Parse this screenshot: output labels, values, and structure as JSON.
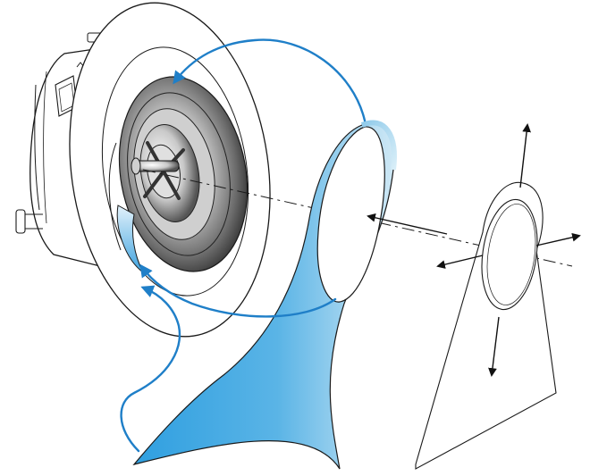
{
  "diagram": {
    "description_kind": "exploded-assembly-illustration",
    "parts": [
      {
        "id": "housing",
        "icon": "cylindrical-housing-icon"
      },
      {
        "id": "flange-ring",
        "icon": "disc-ring-icon"
      },
      {
        "id": "impeller-cone",
        "icon": "cone-icon"
      },
      {
        "id": "shaft-bolt",
        "icon": "bolt-icon"
      },
      {
        "id": "curved-blade",
        "icon": "curved-sheet-icon"
      },
      {
        "id": "flat-plate",
        "icon": "plate-with-hole-icon"
      }
    ],
    "colors": {
      "outline": "#1a1a1a",
      "accent_blue": "#1f7fc8",
      "blade_light": "#bfe0f2",
      "blade_dark": "#2f9fe0",
      "metal_dark": "#3a3a3a",
      "metal_light": "#e6e6e6"
    }
  }
}
